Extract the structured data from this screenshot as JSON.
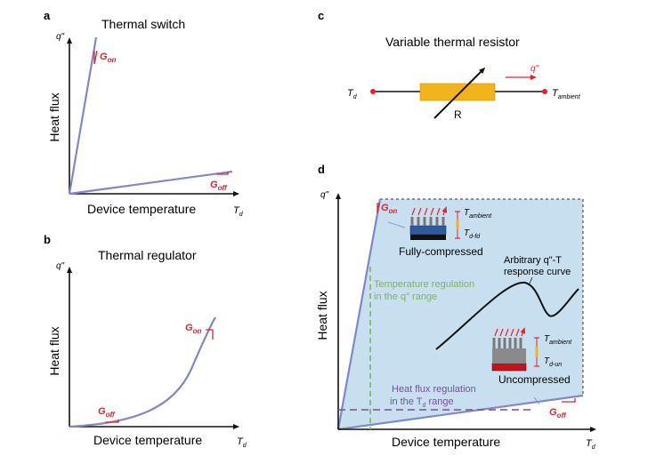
{
  "panels": {
    "a": {
      "letter": "a",
      "title": "Thermal switch",
      "y_label": "Heat flux",
      "x_label": "Device temperature",
      "y_symbol": "q\"",
      "x_symbol": "T",
      "x_symbol_sub": "d",
      "g_on": "G",
      "g_on_sub": "on",
      "g_off": "G",
      "g_off_sub": "off"
    },
    "b": {
      "letter": "b",
      "title": "Thermal regulator",
      "y_label": "Heat flux",
      "x_label": "Device temperature",
      "y_symbol": "q\"",
      "x_symbol": "T",
      "x_symbol_sub": "d",
      "g_on": "G",
      "g_on_sub": "on",
      "g_off": "G",
      "g_off_sub": "off"
    },
    "c": {
      "letter": "c",
      "title": "Variable thermal resistor",
      "left_symbol": "T",
      "left_symbol_sub": "d",
      "right_symbol": "T",
      "right_symbol_sub": "ambient",
      "flux_symbol": "q\"",
      "resistor_label": "R"
    },
    "d": {
      "letter": "d",
      "y_label": "Heat flux",
      "x_label": "Device temperature",
      "y_symbol": "q\"",
      "x_symbol": "T",
      "x_symbol_sub": "d",
      "g_on": "G",
      "g_on_sub": "on",
      "g_off": "G",
      "g_off_sub": "off",
      "compressed_label": "Fully-compressed",
      "uncompressed_label": "Uncompressed",
      "t_ambient": "T",
      "t_ambient_sub": "ambient",
      "t_dfd": "T",
      "t_dfd_sub": "d-fd",
      "t_dun": "T",
      "t_dun_sub": "d-un",
      "curve_label_1": "Arbitrary q\"-T",
      "curve_label_2": "response curve",
      "temp_reg_1": "Temperature regulation",
      "temp_reg_2": "in the q\" range",
      "flux_reg_1": "Heat flux regulation",
      "flux_reg_2_pre": "in the T",
      "flux_reg_2_sub": "d",
      "flux_reg_2_post": " range"
    }
  },
  "colors": {
    "axis": "#111111",
    "curve": "#7f88c8",
    "red": "#e8202a",
    "region": "#c8dff0",
    "green": "#7ab55c",
    "purple": "#7a4f9a",
    "resistor": "#f2b41c",
    "dashed_border": "#333333"
  }
}
